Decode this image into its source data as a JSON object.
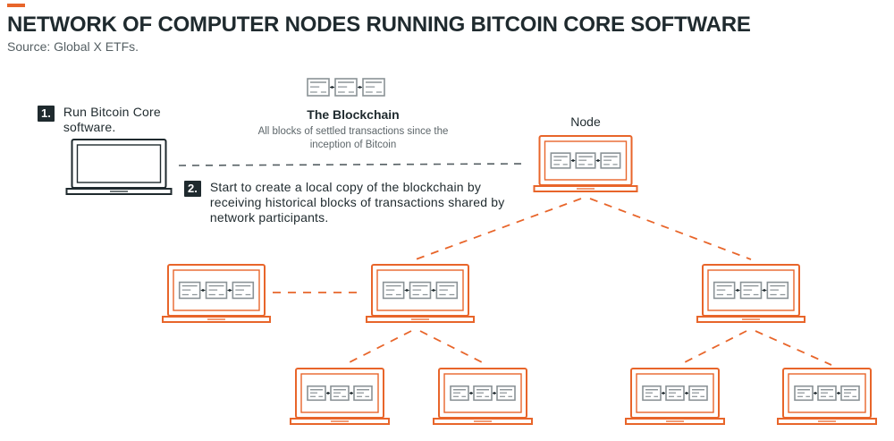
{
  "header": {
    "title": "NETWORK OF COMPUTER NODES RUNNING BITCOIN CORE SOFTWARE",
    "source": "Source: Global X ETFs."
  },
  "blockchain": {
    "title": "The Blockchain",
    "description": "All blocks of settled transactions since the inception of Bitcoin"
  },
  "node_label": "Node",
  "steps": [
    {
      "number": "1.",
      "text": "Run Bitcoin Core software."
    },
    {
      "number": "2.",
      "text": "Start to create a local copy of the blockchain by receiving historical blocks of transactions shared by network participants."
    }
  ],
  "colors": {
    "accent": "#e8652a",
    "dark": "#1f2a2e",
    "block_gray": "#8a9296",
    "dashed_gray": "#555f63"
  }
}
